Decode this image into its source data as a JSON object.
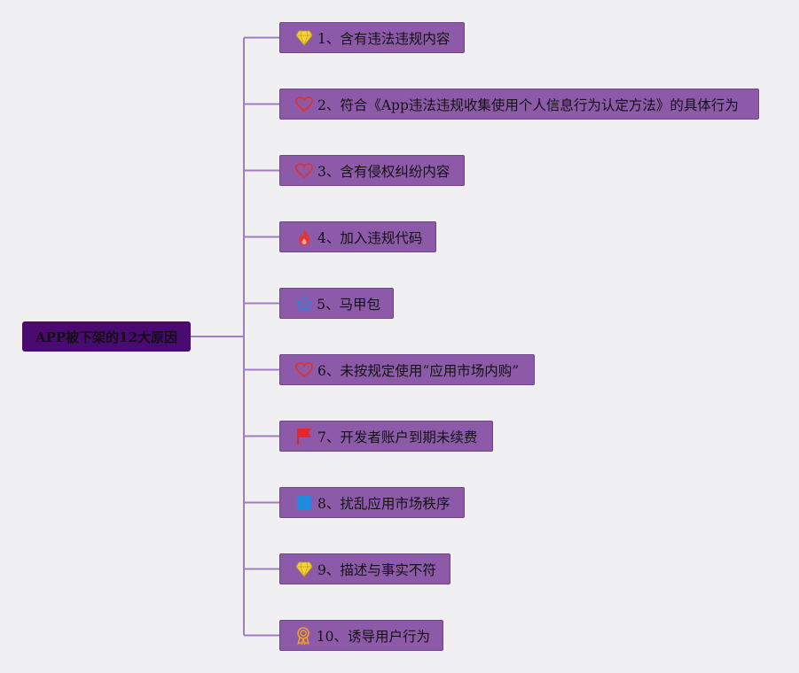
{
  "root": {
    "label": "APP被下架的12大原因"
  },
  "branches": [
    {
      "label": "1、含有违法违规内容",
      "icon": "diamond-icon"
    },
    {
      "label": "2、符合《App违法违规收集使用个人信息行为认定方法》的具体行为",
      "icon": "heart-icon"
    },
    {
      "label": "3、含有侵权纠纷内容",
      "icon": "heart-icon"
    },
    {
      "label": "4、加入违规代码",
      "icon": "fire-icon"
    },
    {
      "label": "5、马甲包",
      "icon": "star-icon"
    },
    {
      "label": "6、未按规定使用“应用市场内购”",
      "icon": "heart-icon"
    },
    {
      "label": "7、开发者账户到期未续费",
      "icon": "flag-icon"
    },
    {
      "label": "8、扰乱应用市场秩序",
      "icon": "square-icon"
    },
    {
      "label": "9、描述与事实不符",
      "icon": "diamond-icon"
    },
    {
      "label": "10、诱导用户行为",
      "icon": "medal-icon"
    }
  ],
  "colors": {
    "background": "#f0f0f3",
    "root_fill": "#4a0a72",
    "node_fill": "#8d5aa9",
    "connector": "#a27cc0",
    "diamond": "#f4d23a",
    "heart": "#e0312d",
    "fire": "#e8332a",
    "star": "#2f7fd6",
    "flag": "#e8262a",
    "square": "#1f8be0",
    "medal": "#f0a020"
  }
}
